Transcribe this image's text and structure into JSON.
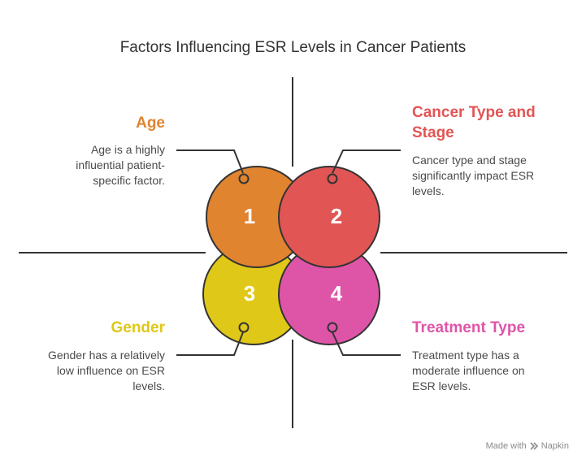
{
  "title": "Factors Influencing ESR Levels in Cancer Patients",
  "factors": [
    {
      "number": "1",
      "heading": "Age",
      "description": "Age is a highly influential patient-specific factor.",
      "color": "#e08430"
    },
    {
      "number": "2",
      "heading": "Cancer Type and Stage",
      "description": "Cancer type and stage significantly impact ESR levels.",
      "color": "#e25555"
    },
    {
      "number": "3",
      "heading": "Gender",
      "description": "Gender has a relatively low influence on ESR levels.",
      "color": "#e0c818"
    },
    {
      "number": "4",
      "heading": "Treatment Type",
      "description": "Treatment type has a moderate influence on ESR levels.",
      "color": "#de55a8"
    }
  ],
  "credit": {
    "text": "Made with",
    "brand": "Napkin",
    "icon": "napkin-logo-icon"
  }
}
